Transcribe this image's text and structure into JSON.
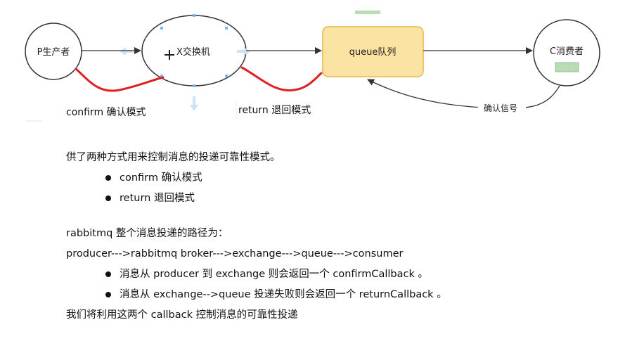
{
  "diagram": {
    "producer": "P生产者",
    "exchange": "X交换机",
    "queue": "queue队列",
    "consumer": "C消费者",
    "ack_signal": "确认信号",
    "confirm_mode": "confirm 确认模式",
    "return_mode": "return  退回模式"
  },
  "text": {
    "intro": "供了两种方式用来控制消息的投递可靠性模式。",
    "modes": [
      "confirm 确认模式",
      "return  退回模式"
    ],
    "path_title": "rabbitmq 整个消息投递的路径为：",
    "path": "producer--->rabbitmq broker--->exchange--->queue--->consumer",
    "path_notes": [
      "消息从 producer 到 exchange 则会返回一个 confirmCallback 。",
      "消息从 exchange-->queue 投递失败则会返回一个 returnCallback 。"
    ],
    "conclusion": "我们将利用这两个 callback 控制消息的可靠性投递"
  },
  "colors": {
    "queue_fill": "#fbe3a3",
    "queue_border": "#e8b44a",
    "red_curve": "#e02020",
    "green_box": "#b9dcb4"
  }
}
